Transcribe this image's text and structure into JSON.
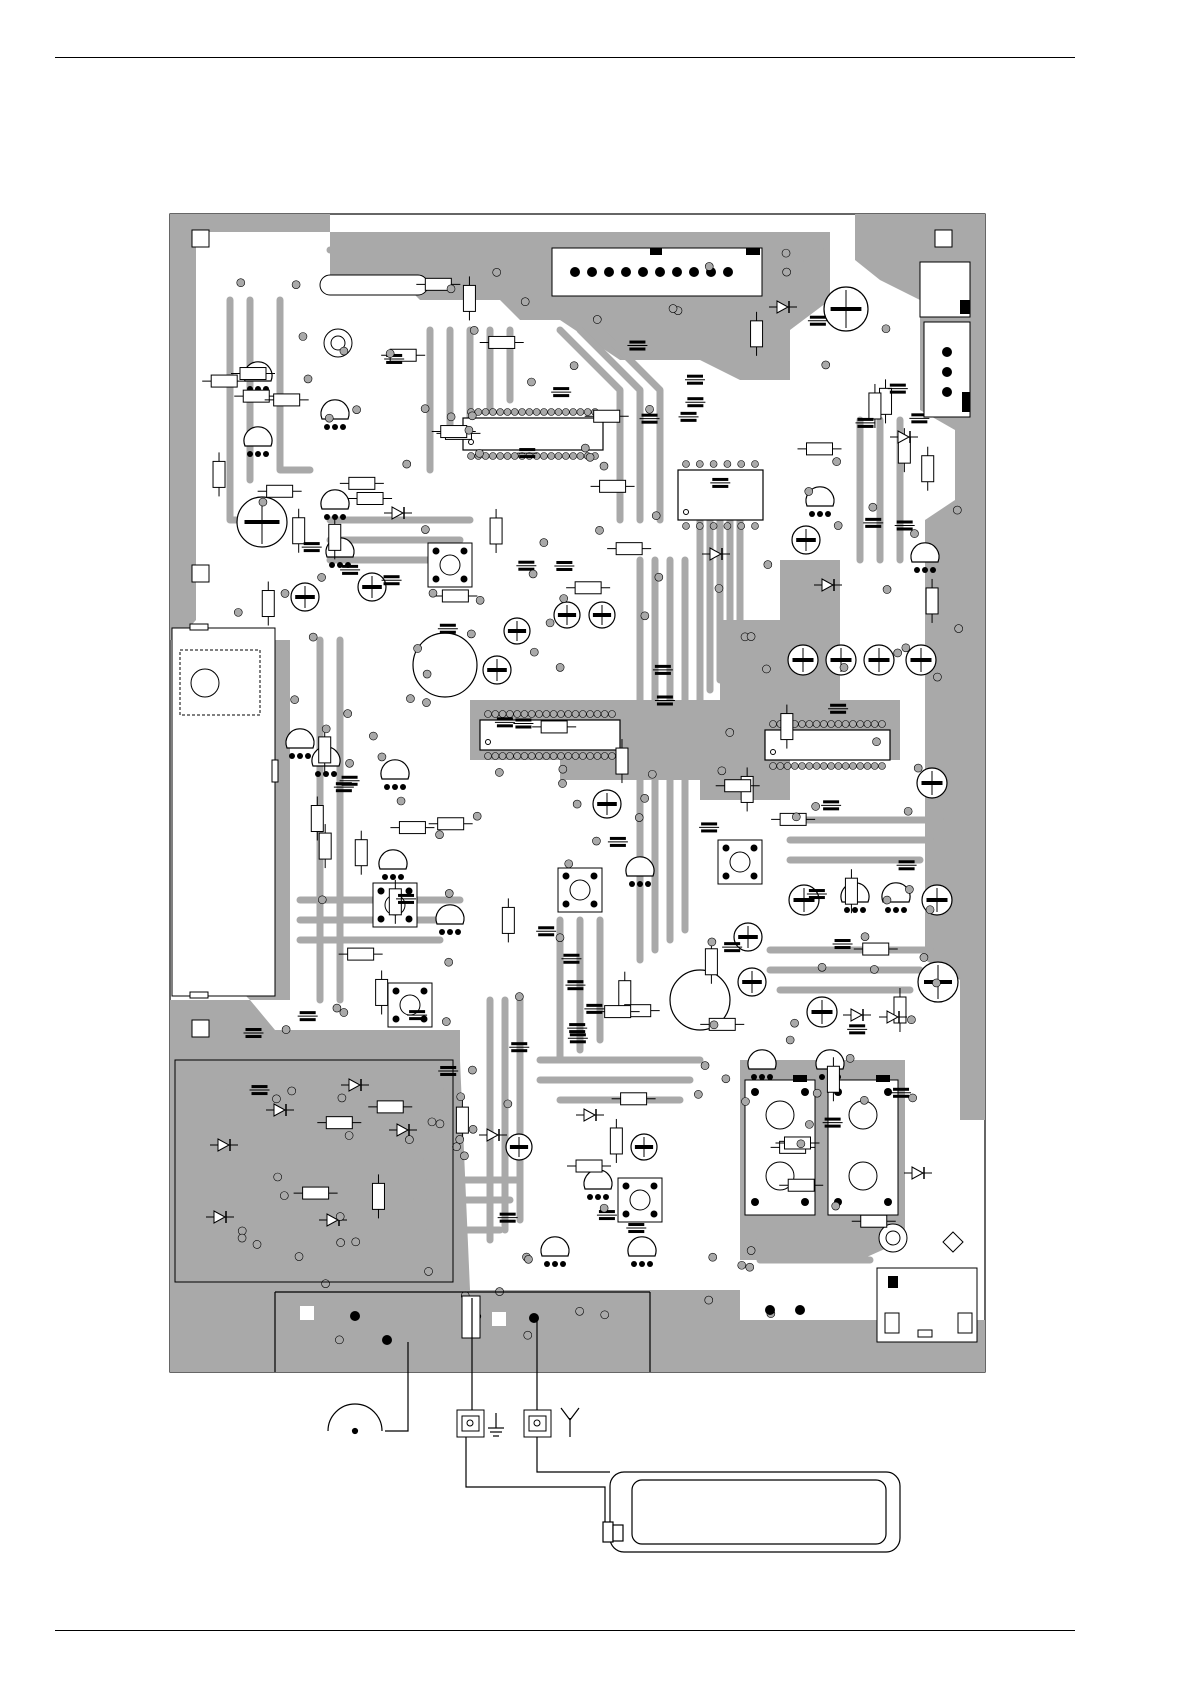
{
  "document": {
    "kind": "printed circuit board layout (component side)",
    "text_labels": []
  },
  "colors": {
    "copper": "#a9a9a9",
    "background": "#ffffff",
    "outline": "#000000"
  },
  "icons": {
    "ground_terminal": "ground-icon",
    "antenna_terminal": "antenna-icon"
  },
  "board": {
    "mounting_holes": 4,
    "component_types": [
      "resistor",
      "capacitor",
      "electrolytic-capacitor",
      "diode",
      "transistor",
      "integrated-circuit",
      "connector",
      "crystal",
      "coil",
      "trimmer"
    ]
  },
  "external": {
    "terminals": [
      "ground",
      "antenna"
    ],
    "has_speaker_wire": true,
    "has_ferrite_antenna": true
  }
}
